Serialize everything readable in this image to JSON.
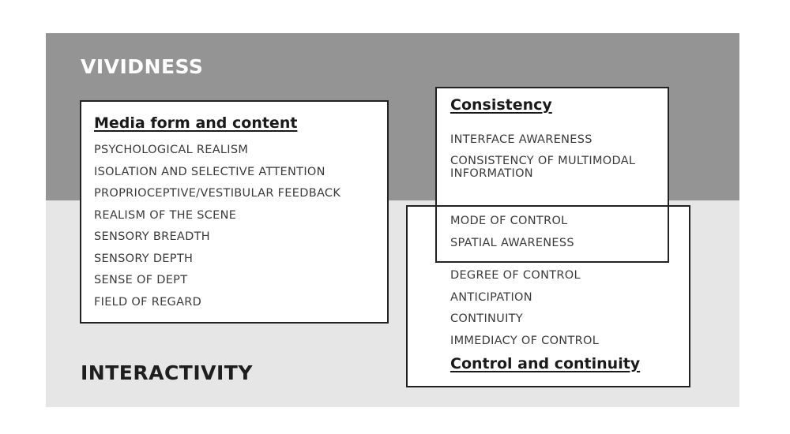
{
  "bands": {
    "vividness": "VIVIDNESS",
    "interactivity": "INTERACTIVITY"
  },
  "media": {
    "heading": "Media form and content",
    "items": [
      "PSYCHOLOGICAL REALISM",
      "ISOLATION AND SELECTIVE ATTENTION",
      "PROPRIOCEPTIVE/VESTIBULAR FEEDBACK",
      "REALISM OF THE SCENE",
      "SENSORY BREADTH",
      "SENSORY DEPTH",
      "SENSE OF DEPT",
      "FIELD OF REGARD"
    ]
  },
  "consistency": {
    "heading": "Consistency",
    "items": [
      "INTERFACE AWARENESS",
      "CONSISTENCY OF MULTIMODAL INFORMATION"
    ]
  },
  "shared": {
    "items": [
      "MODE OF CONTROL",
      "SPATIAL AWARENESS"
    ]
  },
  "control": {
    "heading": "Control and continuity",
    "items": [
      "DEGREE OF CONTROL",
      "ANTICIPATION",
      "CONTINUITY",
      "IMMEDIACY OF CONTROL"
    ]
  }
}
